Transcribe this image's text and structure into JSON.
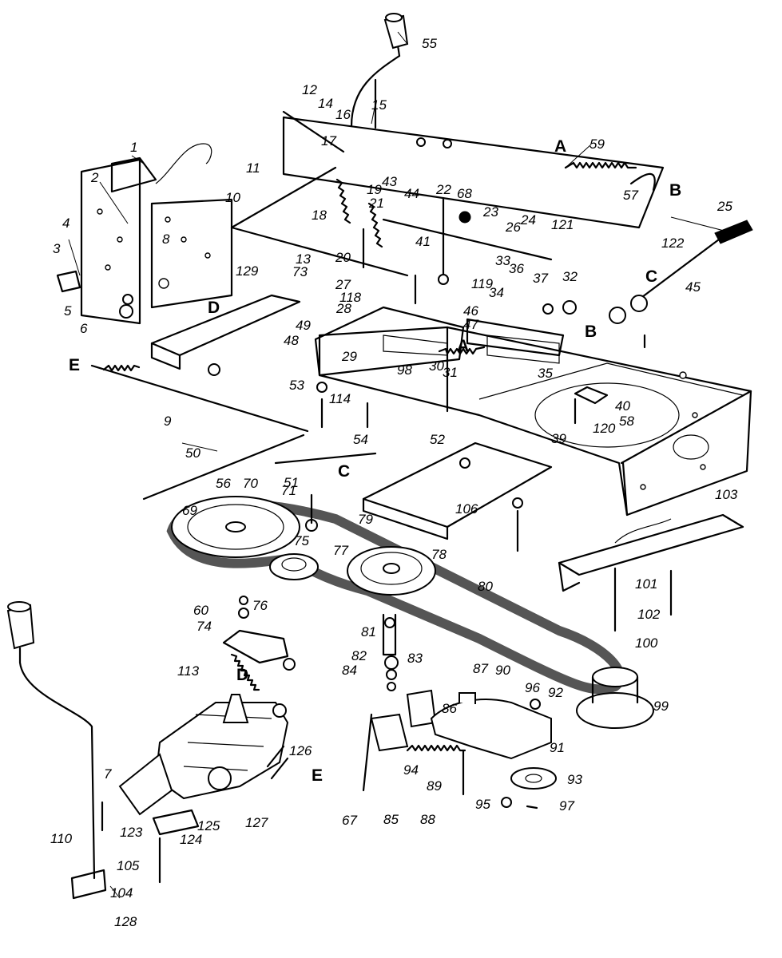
{
  "diagram": {
    "letters": [
      "A",
      "B",
      "C",
      "D",
      "E"
    ],
    "part_numbers": [
      "1",
      "2",
      "3",
      "4",
      "5",
      "6",
      "7",
      "8",
      "9",
      "10",
      "11",
      "12",
      "13",
      "14",
      "15",
      "16",
      "17",
      "18",
      "19",
      "20",
      "21",
      "22",
      "23",
      "24",
      "25",
      "26",
      "27",
      "28",
      "29",
      "30",
      "31",
      "32",
      "33",
      "34",
      "35",
      "36",
      "37",
      "39",
      "40",
      "41",
      "43",
      "44",
      "45",
      "46",
      "47",
      "48",
      "49",
      "50",
      "51",
      "52",
      "53",
      "54",
      "55",
      "56",
      "57",
      "58",
      "59",
      "60",
      "67",
      "68",
      "69",
      "70",
      "71",
      "73",
      "74",
      "75",
      "76",
      "77",
      "78",
      "79",
      "80",
      "81",
      "82",
      "83",
      "84",
      "85",
      "86",
      "87",
      "88",
      "89",
      "90",
      "91",
      "92",
      "93",
      "94",
      "95",
      "96",
      "97",
      "98",
      "99",
      "100",
      "101",
      "102",
      "103",
      "104",
      "105",
      "106",
      "110",
      "113",
      "114",
      "118",
      "119",
      "120",
      "121",
      "122",
      "123",
      "124",
      "125",
      "126",
      "127",
      "128",
      "129"
    ]
  }
}
